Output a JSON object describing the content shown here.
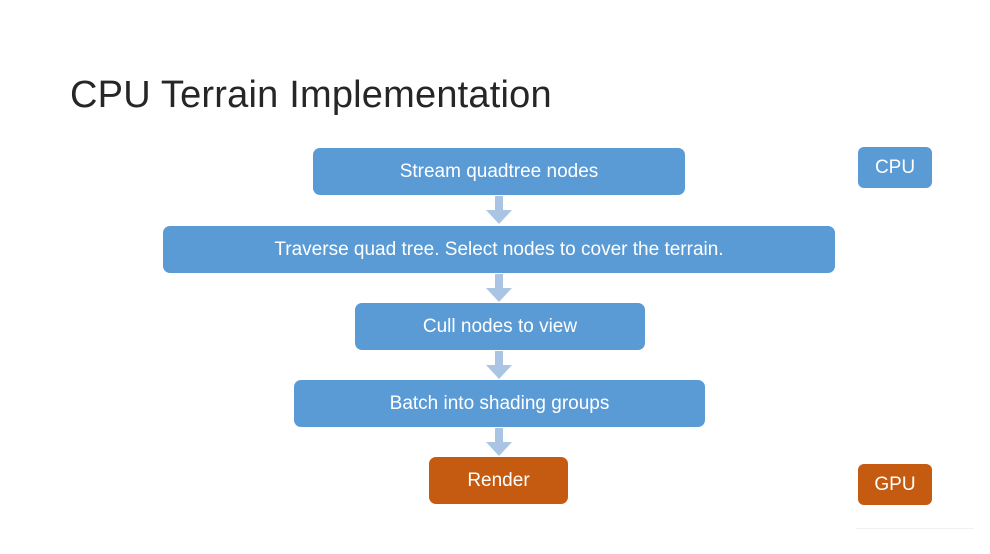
{
  "slide": {
    "title": "CPU Terrain Implementation",
    "background": "#ffffff"
  },
  "colors": {
    "cpu_blue": "#5B9BD5",
    "gpu_orange": "#C55A11",
    "arrow_blue": "#A9C5E3",
    "title_text": "#262626",
    "box_text": "#ffffff"
  },
  "flow": {
    "steps": [
      {
        "id": "stream",
        "label": "Stream quadtree nodes",
        "stage": "CPU"
      },
      {
        "id": "traverse",
        "label": "Traverse quad tree. Select nodes to cover the terrain.",
        "stage": "CPU"
      },
      {
        "id": "cull",
        "label": "Cull nodes to view",
        "stage": "CPU"
      },
      {
        "id": "batch",
        "label": "Batch into shading groups",
        "stage": "CPU"
      },
      {
        "id": "render",
        "label": "Render",
        "stage": "GPU"
      }
    ],
    "connectors": [
      {
        "icon": "down-arrow-icon",
        "from": "stream",
        "to": "traverse"
      },
      {
        "icon": "down-arrow-icon",
        "from": "traverse",
        "to": "cull"
      },
      {
        "icon": "down-arrow-icon",
        "from": "cull",
        "to": "batch"
      },
      {
        "icon": "down-arrow-icon",
        "from": "batch",
        "to": "render"
      }
    ]
  },
  "legend": {
    "cpu_label": "CPU",
    "gpu_label": "GPU"
  }
}
